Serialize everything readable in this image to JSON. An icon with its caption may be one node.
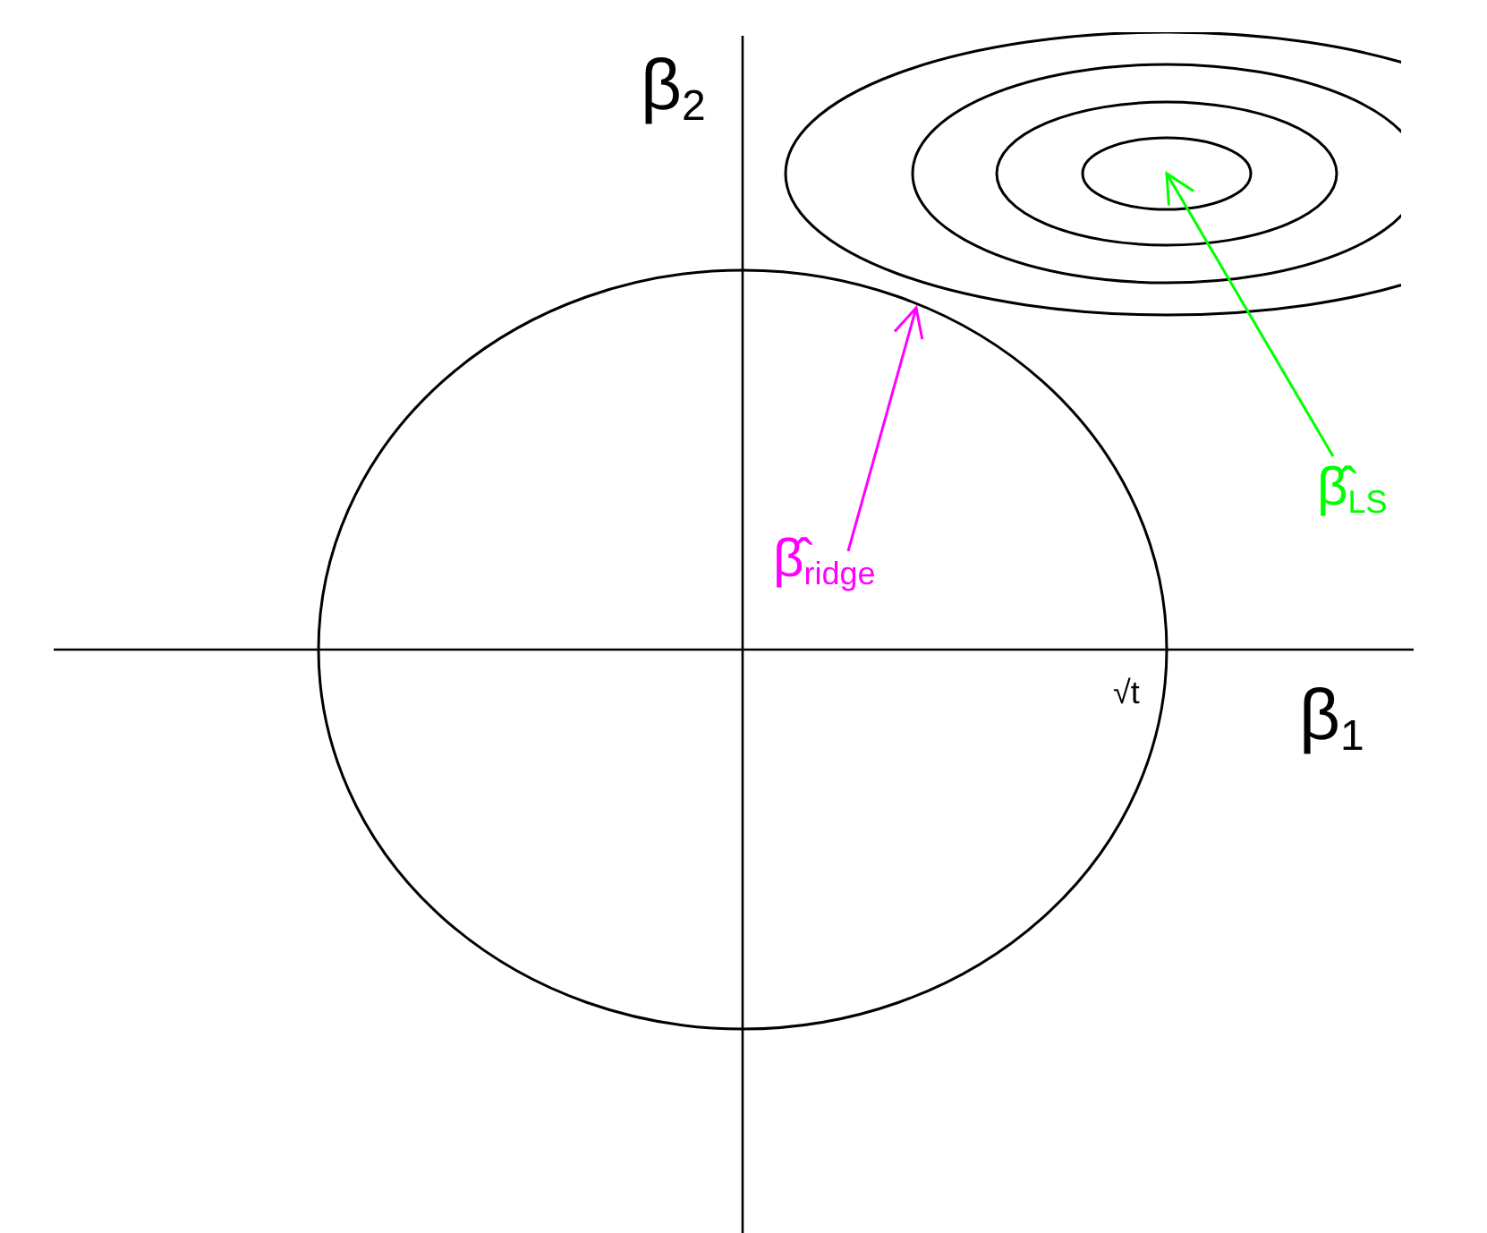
{
  "diagram": {
    "nodes": [
      {
        "text": [
          "β̂$_{ridge}$"
        ],
        "in": 2
      },
      {
        "text": [
          "β̂$_{LS}$"
        ]
      },
      {
        "text": [],
        "shape": "circle"
      }
    ],
    "edges": [
      {
        "from": 0,
        "to": 2,
        "arrow": "to",
        "color": "#ff00ff"
      },
      {
        "from": 1,
        "to": null,
        "arrow": "to",
        "color": "#00ff00"
      }
    ],
    "labels": [
      "β$_{2}$",
      "β$_{1}$",
      "√t"
    ]
  }
}
